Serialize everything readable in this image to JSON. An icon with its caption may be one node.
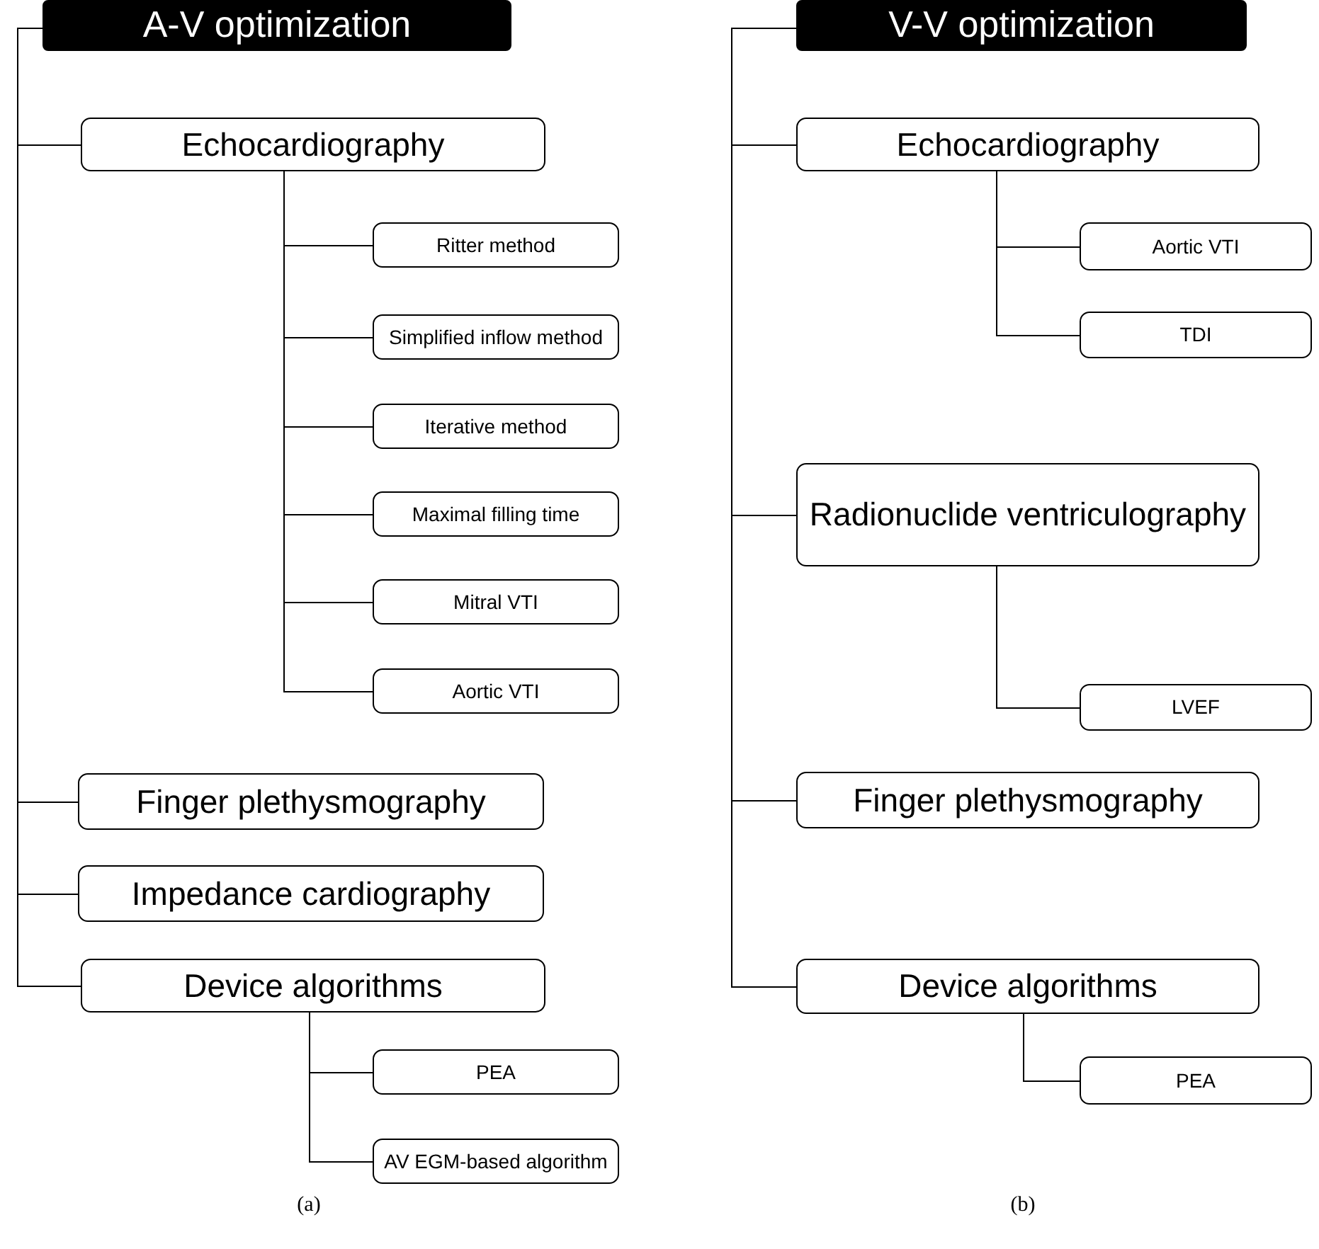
{
  "diagram": {
    "nodes": [
      {
        "text": [
          "A-V optimization"
        ]
      },
      {
        "text": [
          "Echocardiography"
        ]
      },
      {
        "text": [
          "Ritter method"
        ]
      },
      {
        "text": [
          "Simplified inflow method"
        ]
      },
      {
        "text": [
          "Iterative method"
        ]
      },
      {
        "text": [
          "Maximal filling time"
        ]
      },
      {
        "text": [
          "Mitral VTI"
        ]
      },
      {
        "text": [
          "Aortic VTI"
        ]
      },
      {
        "text": [
          "Finger plethysmography"
        ]
      },
      {
        "text": [
          "Impedance cardiography"
        ]
      },
      {
        "text": [
          "Device algorithms"
        ]
      },
      {
        "text": [
          "PEA"
        ]
      },
      {
        "text": [
          "AV EGM-based algorithm"
        ]
      },
      {
        "text": [
          "V-V optimization"
        ]
      },
      {
        "text": [
          "Echocardiography"
        ]
      },
      {
        "text": [
          "Aortic VTI"
        ]
      },
      {
        "text": [
          "TDI"
        ]
      },
      {
        "text": [
          "Radionuclide ventriculography"
        ]
      },
      {
        "text": [
          "LVEF"
        ]
      },
      {
        "text": [
          "Finger plethysmography"
        ]
      },
      {
        "text": [
          "Device algorithms"
        ]
      },
      {
        "text": [
          "PEA"
        ]
      }
    ],
    "edges": [
      {
        "from": 0,
        "to": 1,
        "arrow": "none"
      },
      {
        "from": 1,
        "to": 2,
        "arrow": "none"
      },
      {
        "from": 1,
        "to": 3,
        "arrow": "none"
      },
      {
        "from": 1,
        "to": 4,
        "arrow": "none"
      },
      {
        "from": 1,
        "to": 5,
        "arrow": "none"
      },
      {
        "from": 1,
        "to": 6,
        "arrow": "none"
      },
      {
        "from": 1,
        "to": 7,
        "arrow": "none"
      },
      {
        "from": 0,
        "to": 8,
        "arrow": "none"
      },
      {
        "from": 0,
        "to": 9,
        "arrow": "none"
      },
      {
        "from": 0,
        "to": 10,
        "arrow": "none"
      },
      {
        "from": 10,
        "to": 11,
        "arrow": "none"
      },
      {
        "from": 10,
        "to": 12,
        "arrow": "none"
      },
      {
        "from": 13,
        "to": 14,
        "arrow": "none"
      },
      {
        "from": 14,
        "to": 15,
        "arrow": "none"
      },
      {
        "from": 14,
        "to": 16,
        "arrow": "none"
      },
      {
        "from": 13,
        "to": 17,
        "arrow": "none"
      },
      {
        "from": 17,
        "to": 18,
        "arrow": "none"
      },
      {
        "from": 13,
        "to": 19,
        "arrow": "none"
      },
      {
        "from": 13,
        "to": 20,
        "arrow": "none"
      },
      {
        "from": 20,
        "to": 21,
        "arrow": "none"
      }
    ],
    "labels": [
      "(a)",
      "(b)"
    ]
  }
}
